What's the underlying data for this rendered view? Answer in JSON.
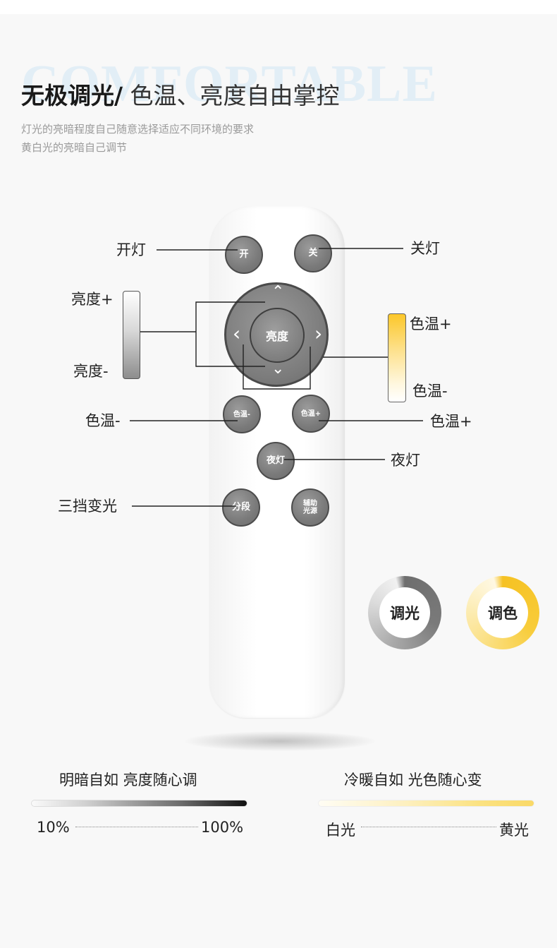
{
  "watermark": "COMFORTABLE",
  "title": {
    "bold": "无极调光/",
    "light": " 色温、亮度自由掌控"
  },
  "subtitle": [
    "灯光的亮暗程度自己随意选择适应不同环境的要求",
    "黄白光的亮暗自己调节"
  ],
  "remote": {
    "buttons": {
      "on": "开",
      "off": "关",
      "center": "亮度",
      "color_minus": "色温-",
      "color_plus": "色温+",
      "night": "夜灯",
      "segment": "分段",
      "aux_line1": "辅助",
      "aux_line2": "光源"
    },
    "arrows": {
      "up": "⌃",
      "down": "⌄",
      "left": "‹",
      "right": "›"
    }
  },
  "labels": {
    "on": "开灯",
    "off": "关灯",
    "brightness_plus": "亮度+",
    "brightness_minus": "亮度-",
    "color_temp_plus_top": "色温+",
    "color_temp_minus_top": "色温-",
    "color_temp_minus": "色温-",
    "color_temp_plus": "色温+",
    "night": "夜灯",
    "three_step": "三挡变光"
  },
  "dials": {
    "dimming": "调光",
    "color": "调色"
  },
  "bottom": {
    "left": {
      "title": "明暗自如 亮度随心调",
      "start": "10%",
      "end": "100%"
    },
    "right": {
      "title": "冷暖自如 光色随心变",
      "start": "白光",
      "end": "黄光"
    }
  },
  "colors": {
    "accent_yellow": "#f6c223",
    "button_gray": "#7a7a7a",
    "watermark": "#e2eef6"
  }
}
